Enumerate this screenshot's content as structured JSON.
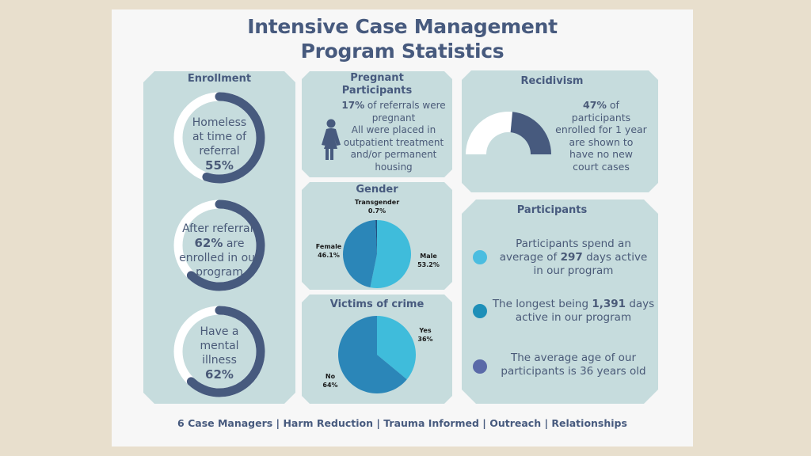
{
  "title_line1": "Intensive Case Management",
  "title_line2": "Program Statistics",
  "enrollment": {
    "title": "Enrollment",
    "rings": [
      {
        "line1": "Homeless",
        "line2": "at time of",
        "line3": "referral",
        "value_text": "55%",
        "fraction": 0.55
      },
      {
        "line1": "After referral,",
        "line2_value": "62%",
        "line2_rest": " are",
        "line3": "enrolled in our",
        "line4": "program",
        "fraction": 0.62
      },
      {
        "line1": "Have a",
        "line2": "mental",
        "line3": "illness",
        "value_text": "62%",
        "fraction": 0.62
      }
    ]
  },
  "pregnant": {
    "title_line1": "Pregnant",
    "title_line2": "Participants",
    "value": "17%",
    "text1": " of referrals were",
    "text2": "pregnant",
    "text3": "All were placed in",
    "text4": "outpatient treatment",
    "text5": "and/or permanent",
    "text6": "housing",
    "icon": "woman-icon"
  },
  "recidivism": {
    "title": "Recidivism",
    "value": "47%",
    "text1": " of",
    "text2": "participants",
    "text3": "enrolled for 1 year",
    "text4": "are shown to",
    "text5": "have no new",
    "text6": "court cases",
    "fraction": 0.47
  },
  "participants": {
    "title": "Participants",
    "items": [
      {
        "pre": "Participants spend an",
        "line2a": "average of ",
        "strong": "297",
        "line2b": " days active",
        "line3": "in our program",
        "color": "#4bbde0"
      },
      {
        "pre": "The longest being ",
        "strong": "1,391",
        "post": " days",
        "line2": "active in our program",
        "color": "#1e8fb8"
      },
      {
        "pre": "The average age of our",
        "line2": "participants is 36 years old",
        "color": "#5a6aa8"
      }
    ]
  },
  "footer": "6 Case Managers | Harm Reduction | Trauma Informed | Outreach | Relationships",
  "chart_data": [
    {
      "type": "pie",
      "title": "Gender",
      "categories": [
        "Male",
        "Female",
        "Transgender"
      ],
      "values": [
        53.2,
        46.1,
        0.7
      ],
      "labels": [
        "53.2%",
        "46.1%",
        "0.7%"
      ],
      "colors": [
        "#3fbcdb",
        "#2b86b8",
        "#1e4f80"
      ]
    },
    {
      "type": "pie",
      "title": "Victims of crime",
      "categories": [
        "Yes",
        "No"
      ],
      "values": [
        36,
        64
      ],
      "labels": [
        "36%",
        "64%"
      ],
      "colors": [
        "#3fbcdb",
        "#2b86b8"
      ]
    }
  ],
  "colors": {
    "ring": "#475a7e",
    "ring_bg": "#ffffff",
    "panel": "#c6dcdd",
    "background": "#e8dfcd"
  }
}
